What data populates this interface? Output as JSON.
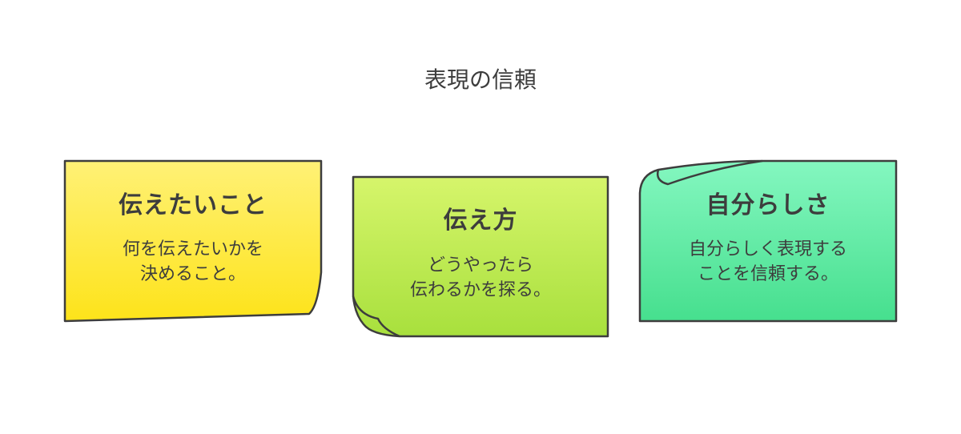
{
  "title": "表現の信頼",
  "notes": [
    {
      "heading": "伝えたいこと",
      "body_lines": [
        "何を伝えたいかを",
        "決めること。"
      ],
      "color_top": "#fff176",
      "color_bottom": "#fde31a"
    },
    {
      "heading": "伝え方",
      "body_lines": [
        "どうやったら",
        "伝わるかを探る。"
      ],
      "color_top": "#d6f56b",
      "color_bottom": "#a8e03d"
    },
    {
      "heading": "自分らしさ",
      "body_lines": [
        "自分らしく表現する",
        "ことを信頼する。"
      ],
      "color_top": "#84f7c0",
      "color_bottom": "#46df8e"
    }
  ],
  "outline_color": "#3d3d3d"
}
